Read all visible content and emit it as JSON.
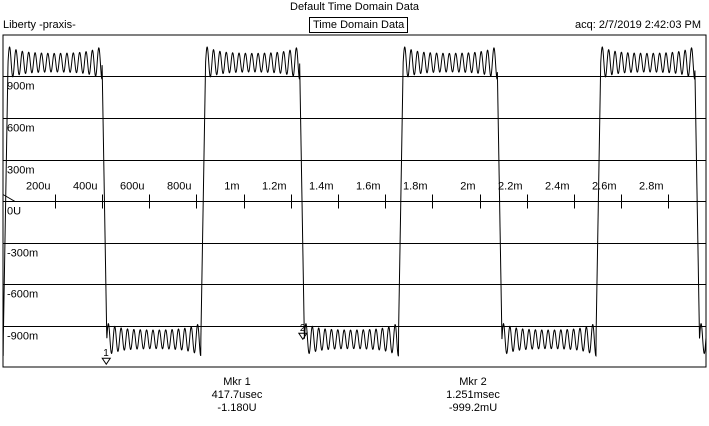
{
  "window_title": "Default Time Domain Data",
  "header": {
    "device": "Liberty -praxis-",
    "panel_title": "Time Domain Data",
    "acquired": "acq: 2/7/2019 2:42:03 PM"
  },
  "markers": [
    {
      "label": "Mkr 1",
      "x": "417.7usec",
      "y": "-1.180U"
    },
    {
      "label": "Mkr 2",
      "x": "1.251msec",
      "y": "-999.2mU"
    }
  ],
  "chart_data": {
    "type": "line",
    "title": "Default Time Domain Data",
    "x_ticks": [
      "200u",
      "400u",
      "600u",
      "800u",
      "1m",
      "1.2m",
      "1.4m",
      "1.6m",
      "1.8m",
      "2m",
      "2.2m",
      "2.4m",
      "2.6m",
      "2.8m"
    ],
    "x_tick_values": [
      0.0002,
      0.0004,
      0.0006,
      0.0008,
      0.001,
      0.0012,
      0.0014,
      0.0016,
      0.0018,
      0.002,
      0.0022,
      0.0024,
      0.0026,
      0.0028
    ],
    "y_ticks": [
      "900m",
      "600m",
      "300m",
      "0U",
      "-300m",
      "-600m",
      "-900m"
    ],
    "y_tick_values": [
      0.9,
      0.6,
      0.3,
      0,
      -0.3,
      -0.6,
      -0.9
    ],
    "xlim": [
      -2e-05,
      0.00296
    ],
    "ylim": [
      -1.2,
      1.2
    ],
    "grid": true,
    "line_color": "#000000",
    "series": [
      {
        "waveform": "square wave with ringing",
        "amplitude": 1.0,
        "period": 0.0008375,
        "phase": 0.0004,
        "duty_cycle": 0.5,
        "ripple_amplitude": 0.12,
        "ripple_period": 2.7e-05,
        "rise_time": 2e-05
      }
    ],
    "marker_points": [
      {
        "label": "1",
        "x": 0.0004177,
        "y": -1.18
      },
      {
        "label": "2",
        "x": 0.001251,
        "y": -0.9992
      }
    ]
  }
}
